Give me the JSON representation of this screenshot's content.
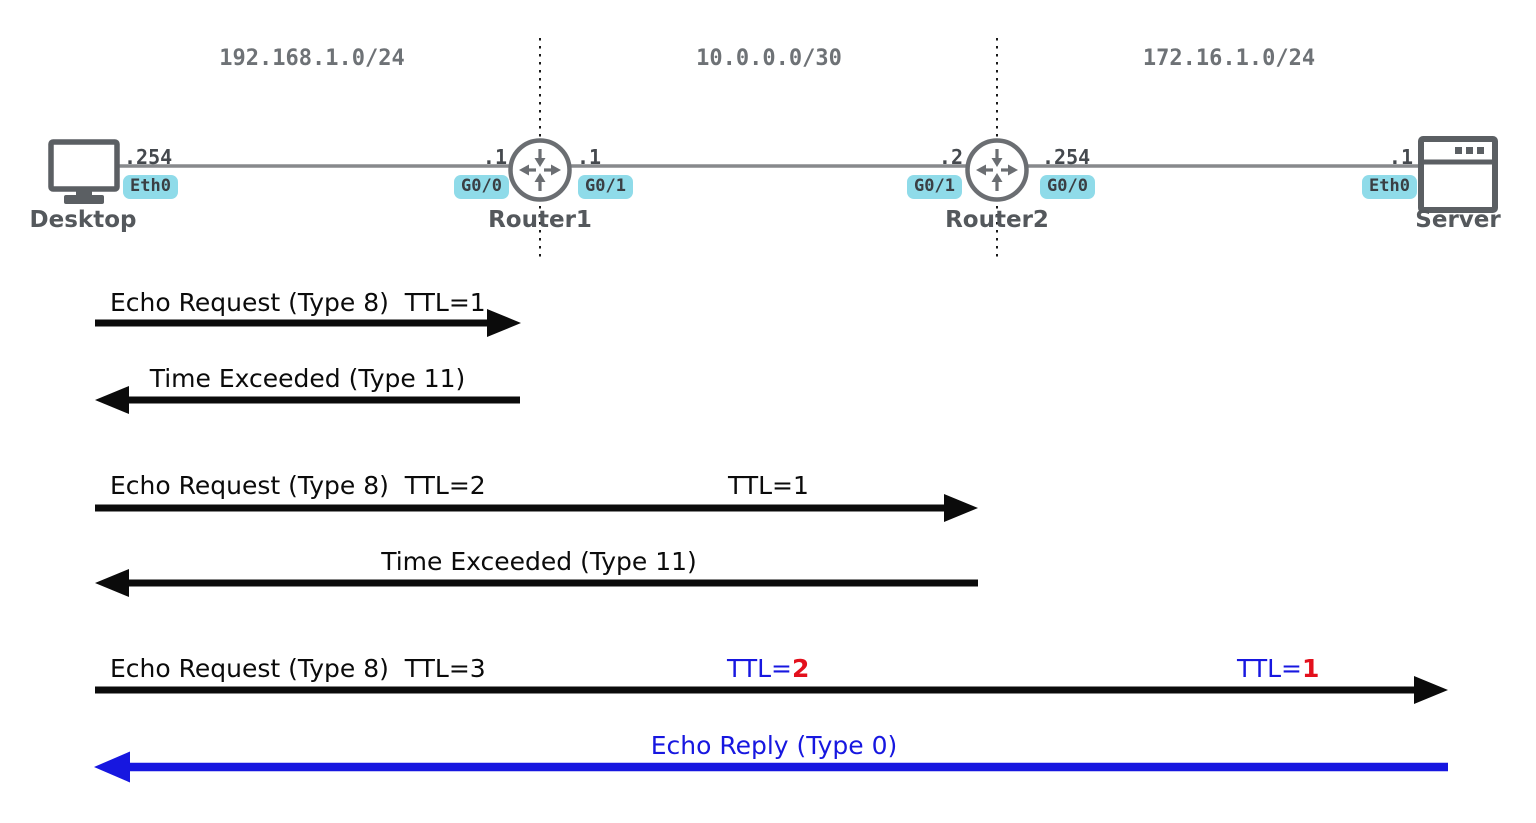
{
  "colors": {
    "gray_text": "#6e7276",
    "device_stroke": "#5b5f63",
    "link_line": "#87898c",
    "badge_bg": "#8fdbe9",
    "badge_text": "#3a3f44",
    "arrow_black": "#0b0b0b",
    "arrow_blue": "#1717e0",
    "ttl_red": "#e3101c"
  },
  "subnets": [
    {
      "label": "192.168.1.0/24"
    },
    {
      "label": "10.0.0.0/30"
    },
    {
      "label": "172.16.1.0/24"
    }
  ],
  "devices": {
    "desktop": {
      "name": "Desktop",
      "ip": ".254",
      "iface": "Eth0"
    },
    "router1": {
      "name": "Router1",
      "left_ip": ".1",
      "left_iface": "G0/0",
      "right_ip": ".1",
      "right_iface": "G0/1"
    },
    "router2": {
      "name": "Router2",
      "left_ip": ".2",
      "left_iface": "G0/1",
      "right_ip": ".254",
      "right_iface": "G0/0"
    },
    "server": {
      "name": "Server",
      "ip": ".1",
      "iface": "Eth0"
    }
  },
  "messages": [
    {
      "label": "Echo Request (Type 8)  TTL=1",
      "direction": "right",
      "color": "black"
    },
    {
      "label": "Time Exceeded (Type 11)",
      "direction": "left",
      "color": "black"
    },
    {
      "label": "Echo Request (Type 8)  TTL=2",
      "ttl_at_hop": "TTL=1",
      "direction": "right",
      "color": "black"
    },
    {
      "label": "Time Exceeded (Type 11)",
      "direction": "left",
      "color": "black"
    },
    {
      "label": "Echo Request (Type 8)  TTL=3",
      "ttl_hop1_prefix": "TTL=",
      "ttl_hop1_value": "2",
      "ttl_hop2_prefix": "TTL=",
      "ttl_hop2_value": "1",
      "direction": "right",
      "color": "black"
    },
    {
      "label": "Echo Reply (Type 0)",
      "direction": "left",
      "color": "blue"
    }
  ]
}
